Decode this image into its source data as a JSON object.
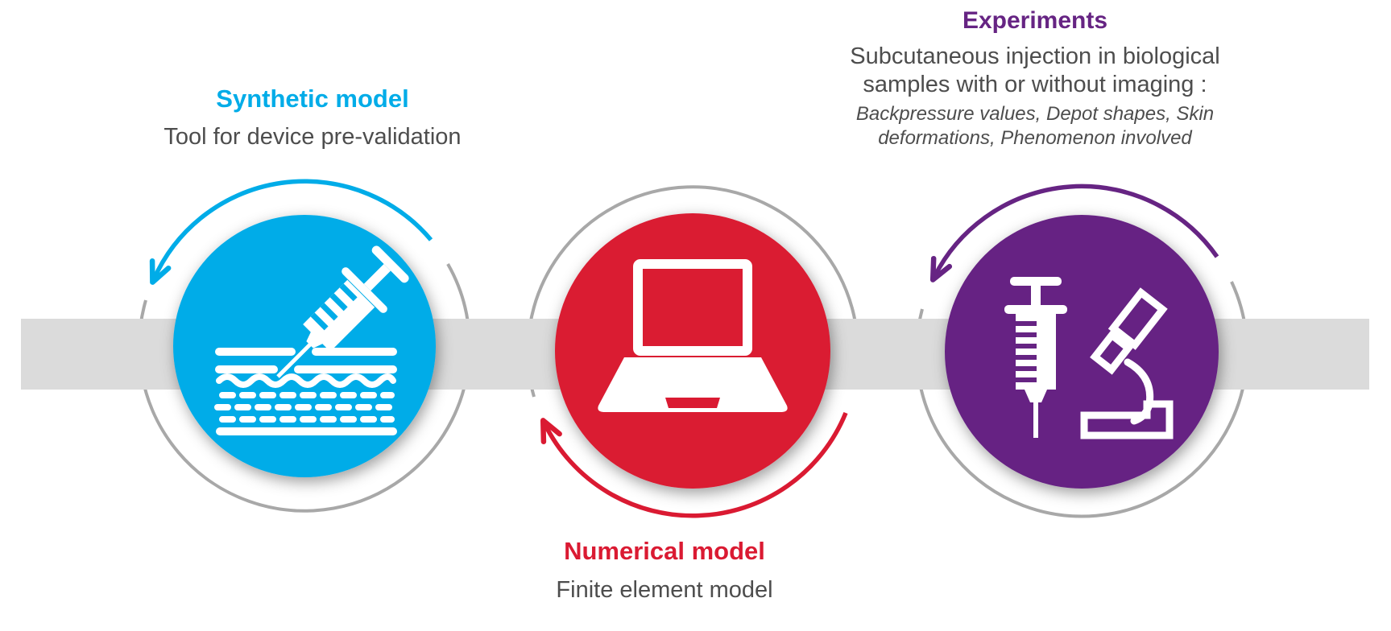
{
  "colors": {
    "blue": "#00ACE8",
    "red": "#DA1A32",
    "purple": "#662483",
    "band": "#DBDBDB",
    "ring": "#A8A8A8",
    "text": "#4D4D4D"
  },
  "stages": {
    "synthetic": {
      "title": "Synthetic model",
      "subtitle": "Tool for device pre-validation"
    },
    "numerical": {
      "title": "Numerical model",
      "subtitle": "Finite element model"
    },
    "experiments": {
      "title": "Experiments",
      "subtitle_lines": [
        "Subcutaneous injection in biological",
        "samples with or without imaging :"
      ],
      "detail_lines": [
        "Backpressure values, Depot shapes, Skin",
        "deformations, Phenomenon involved"
      ]
    }
  }
}
